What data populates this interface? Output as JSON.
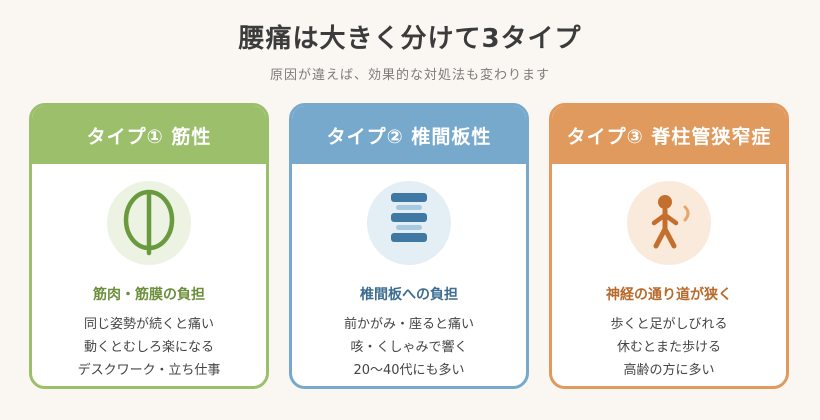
{
  "header": {
    "title": "腰痛は大きく分けて3タイプ",
    "subtitle": "原因が違えば、効果的な対処法も変わります"
  },
  "cards": [
    {
      "title": "タイプ① 筋性",
      "subtitle": "筋肉・筋膜の負担",
      "icon": "leaf-icon",
      "color": "#9cbf6c",
      "icon_bg": "#edf3e2",
      "subtitle_color": "#6b8f3c",
      "points": [
        "同じ姿勢が続くと痛い",
        "動くとむしろ楽になる",
        "デスクワーク・立ち仕事"
      ]
    },
    {
      "title": "タイプ② 椎間板性",
      "subtitle": "椎間板への負担",
      "icon": "spine-icon",
      "color": "#77a9cc",
      "icon_bg": "#e3eef5",
      "subtitle_color": "#3d6d92",
      "points": [
        "前かがみ・座ると痛い",
        "咳・くしゃみで響く",
        "20〜40代にも多い"
      ]
    },
    {
      "title": "タイプ③ 脊柱管狭窄症",
      "subtitle": "神経の通り道が狭く",
      "icon": "walking-person-icon",
      "color": "#e09a5e",
      "icon_bg": "#faeadb",
      "subtitle_color": "#b86a2c",
      "points": [
        "歩くと足がしびれる",
        "休むとまた歩ける",
        "高齢の方に多い"
      ]
    }
  ]
}
